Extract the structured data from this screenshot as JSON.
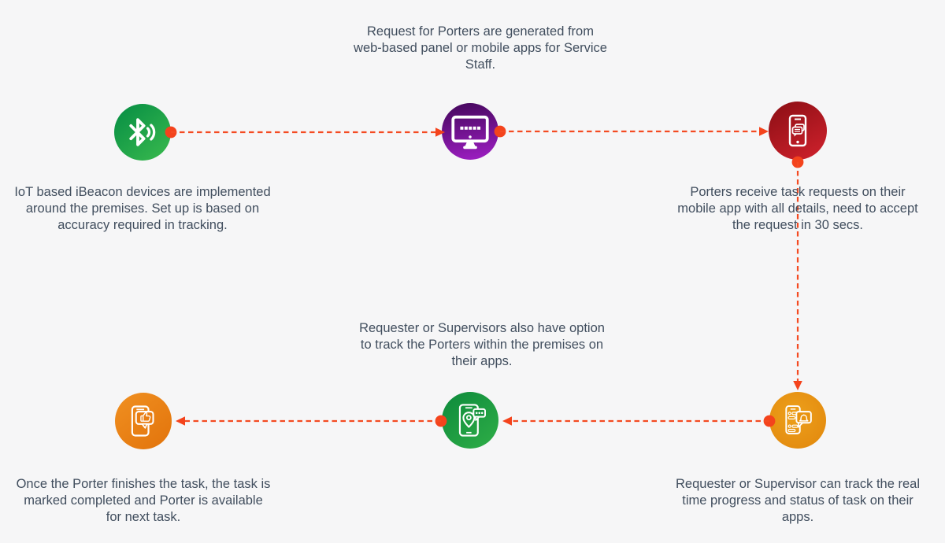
{
  "background_color": "#f6f6f7",
  "connector_color": "#f4431c",
  "text_color": "#414e5e",
  "steps": [
    {
      "name": "ibeacon-setup",
      "icon": "bluetooth-signal-icon",
      "color_start": "#0a9145",
      "color_end": "#35b64d",
      "lines": [
        "IoT based iBeacon devices are implemented",
        "around the premises. Set up is based on",
        "accuracy required in tracking."
      ]
    },
    {
      "name": "request-generation",
      "icon": "desktop-request-panel-icon",
      "color_start": "#47085f",
      "color_end": "#9c1ec1",
      "lines": [
        "Request for Porters are generated from",
        "web-based panel or mobile apps for Service",
        "Staff."
      ]
    },
    {
      "name": "porter-receives-request",
      "icon": "mobile-chat-icon",
      "color_start": "#8a0e14",
      "color_end": "#d1222d",
      "lines": [
        "Porters receive task requests on their",
        "mobile app with all details, need to accept",
        "the request in 30 secs."
      ]
    },
    {
      "name": "track-progress",
      "icon": "mobile-task-notification-icon",
      "color_start": "#eda01b",
      "color_end": "#e1860c",
      "lines": [
        "Requester or Supervisor can track the real",
        "time progress and status of task on their",
        "apps."
      ]
    },
    {
      "name": "track-porters",
      "icon": "mobile-location-tracking-icon",
      "color_start": "#0d8a3c",
      "color_end": "#2fae47",
      "lines": [
        "Requester or Supervisors also have option",
        "to track the Porters within the premises on",
        "their apps."
      ]
    },
    {
      "name": "task-completed",
      "icon": "mobile-thumbs-up-icon",
      "color_start": "#f09021",
      "color_end": "#e2730b",
      "lines": [
        "Once the Porter finishes the task, the task is",
        "marked completed and Porter is available",
        "for next task."
      ]
    }
  ]
}
